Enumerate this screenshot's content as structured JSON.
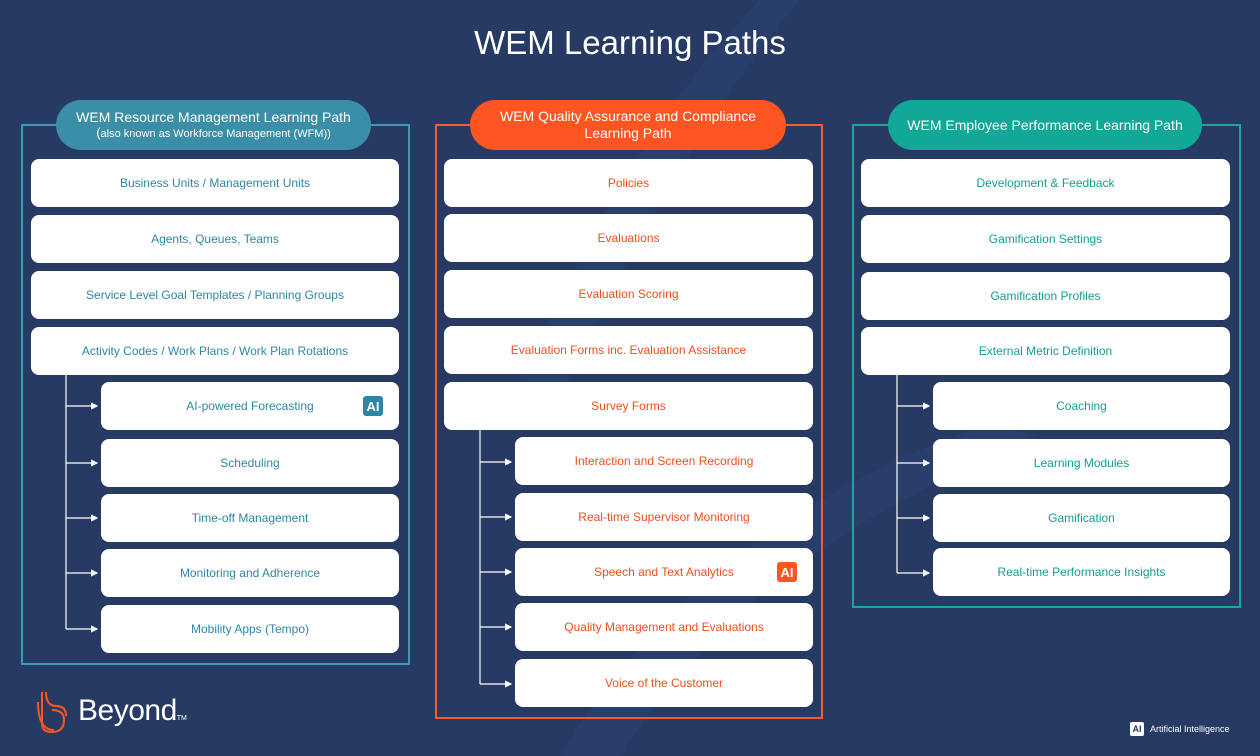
{
  "title": "WEM Learning Paths",
  "columns": {
    "rm": {
      "header": "WEM Resource Management Learning Path",
      "subheader_paren_open": "(",
      "subheader": "also known as Workforce Management (WFM))",
      "items": [
        "Business Units / Management Units",
        "Agents, Queues, Teams",
        "Service Level Goal Templates / Planning Groups",
        "Activity Codes / Work Plans / Work Plan Rotations"
      ],
      "subitems": [
        "AI-powered Forecasting",
        "Scheduling",
        "Time-off Management",
        "Monitoring and Adherence",
        "Mobility Apps (Tempo)"
      ],
      "ai_badge": "AI"
    },
    "qa": {
      "header_line1": "WEM Quality Assurance and Compliance",
      "header_line2": "Learning Path",
      "items": [
        "Policies",
        "Evaluations",
        "Evaluation Scoring",
        "Evaluation Forms inc. Evaluation Assistance",
        "Survey Forms"
      ],
      "subitems": [
        "Interaction and Screen Recording",
        "Real-time Supervisor Monitoring",
        "Speech and Text Analytics",
        "Quality Management and Evaluations",
        "Voice of the Customer"
      ],
      "ai_badge": "AI"
    },
    "ep": {
      "header": "WEM Employee Performance Learning Path",
      "items": [
        "Development & Feedback",
        "Gamification Settings",
        "Gamification Profiles",
        "External Metric Definition"
      ],
      "subitems": [
        "Coaching",
        "Learning Modules",
        "Gamification",
        "Real-time Performance Insights"
      ]
    }
  },
  "logo": {
    "text": "Beyond",
    "tm": "TM"
  },
  "legend": {
    "badge": "AI",
    "text": "Artificial Intelligence"
  },
  "colors": {
    "background": "#263a63",
    "rm": "#3b8ea7",
    "qa": "#ff5522",
    "ep": "#12a897",
    "logo": "#ff5522"
  }
}
